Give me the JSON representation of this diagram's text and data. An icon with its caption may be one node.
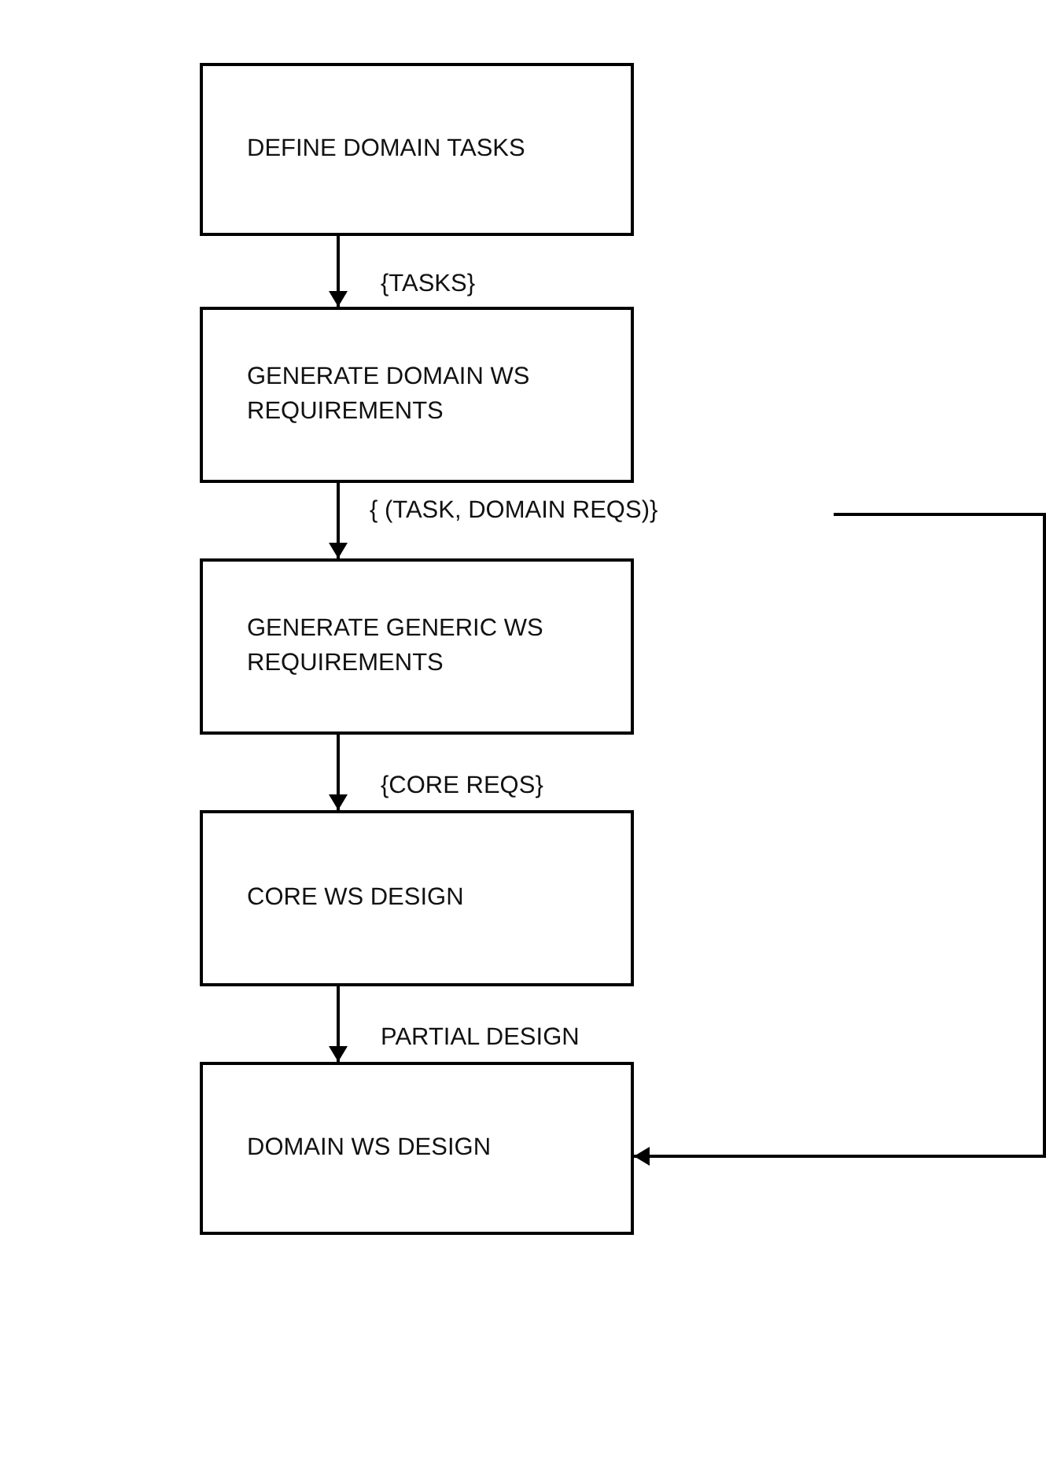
{
  "diagram": {
    "nodes": [
      {
        "text": [
          "DEFINE DOMAIN TASKS"
        ]
      },
      {
        "text": [
          "GENERATE DOMAIN WS REQUIREMENTS"
        ]
      },
      {
        "text": [
          "GENERATE GENERIC WS REQUIREMENTS"
        ]
      },
      {
        "text": [
          "CORE WS DESIGN"
        ]
      },
      {
        "text": [
          "DOMAIN WS DESIGN"
        ]
      }
    ],
    "edges": [
      {
        "from": 0,
        "to": 1,
        "arrow": "to",
        "label": "{TASKS}"
      },
      {
        "from": 1,
        "to": 2,
        "arrow": "to",
        "label": "{ (TASK, DOMAIN REQS)}"
      },
      {
        "from": 2,
        "to": 3,
        "arrow": "to",
        "label": "{CORE REQS}"
      },
      {
        "from": 3,
        "to": 4,
        "arrow": "to",
        "label": "PARTIAL DESIGN"
      },
      {
        "from": null,
        "to": 4,
        "arrow": "to"
      }
    ]
  }
}
